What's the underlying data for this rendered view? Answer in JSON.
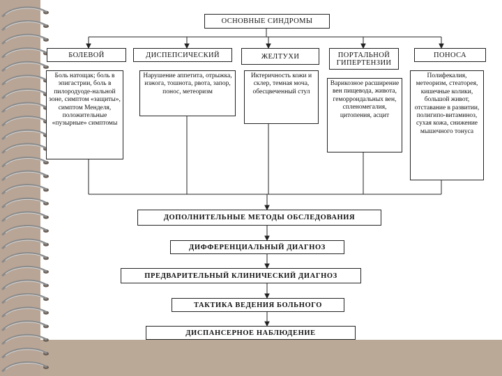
{
  "root": {
    "title": "ОСНОВНЫЕ СИНДРОМЫ"
  },
  "syndromes": [
    {
      "name": "БОЛЕВОЙ",
      "description": "Боль натощак; боль в эпигастрии, боль в пилородуоде-нальной зоне, симптом «защиты», симптом Менделя, положительные «пузырные» симптомы"
    },
    {
      "name": "ДИСПЕПСИЧЕСКИЙ",
      "description": "Нарушение аппетита, отрыжка, изжога, тошнота, рвота, запор, понос, метеоризм"
    },
    {
      "name": "ЖЕЛТУХИ",
      "description": "Иктеричность кожи и склер, темная моча, обесцвеченный стул"
    },
    {
      "name": "ПОРТАЛЬНОЙ ГИПЕРТЕНЗИИ",
      "description": "Варикозное расширение вен пищевода, живота, геморроидальных вен, спленомегалия, цитопения, асцит"
    },
    {
      "name": "ПОНОСА",
      "description": "Полифекалия, метеоризм, стеаторея, кишечные колики, большой живот, отставание в развитии, полигипо-витаминоз, сухая кожа, снижение мышечного тонуса"
    }
  ],
  "steps": [
    "ДОПОЛНИТЕЛЬНЫЕ МЕТОДЫ ОБСЛЕДОВАНИЯ",
    "ДИФФЕРЕНЦИАЛЬНЫЙ ДИАГНОЗ",
    "ПРЕДВАРИТЕЛЬНЫЙ КЛИНИЧЕСКИЙ ДИАГНОЗ",
    "ТАКТИКА ВЕДЕНИЯ БОЛЬНОГО",
    "ДИСПАНСЕРНОЕ НАБЛЮДЕНИЕ"
  ],
  "colors": {
    "page": "#ffffff",
    "background": "#b8a596",
    "line": "#222222",
    "spiral": "#8a8a8a"
  }
}
